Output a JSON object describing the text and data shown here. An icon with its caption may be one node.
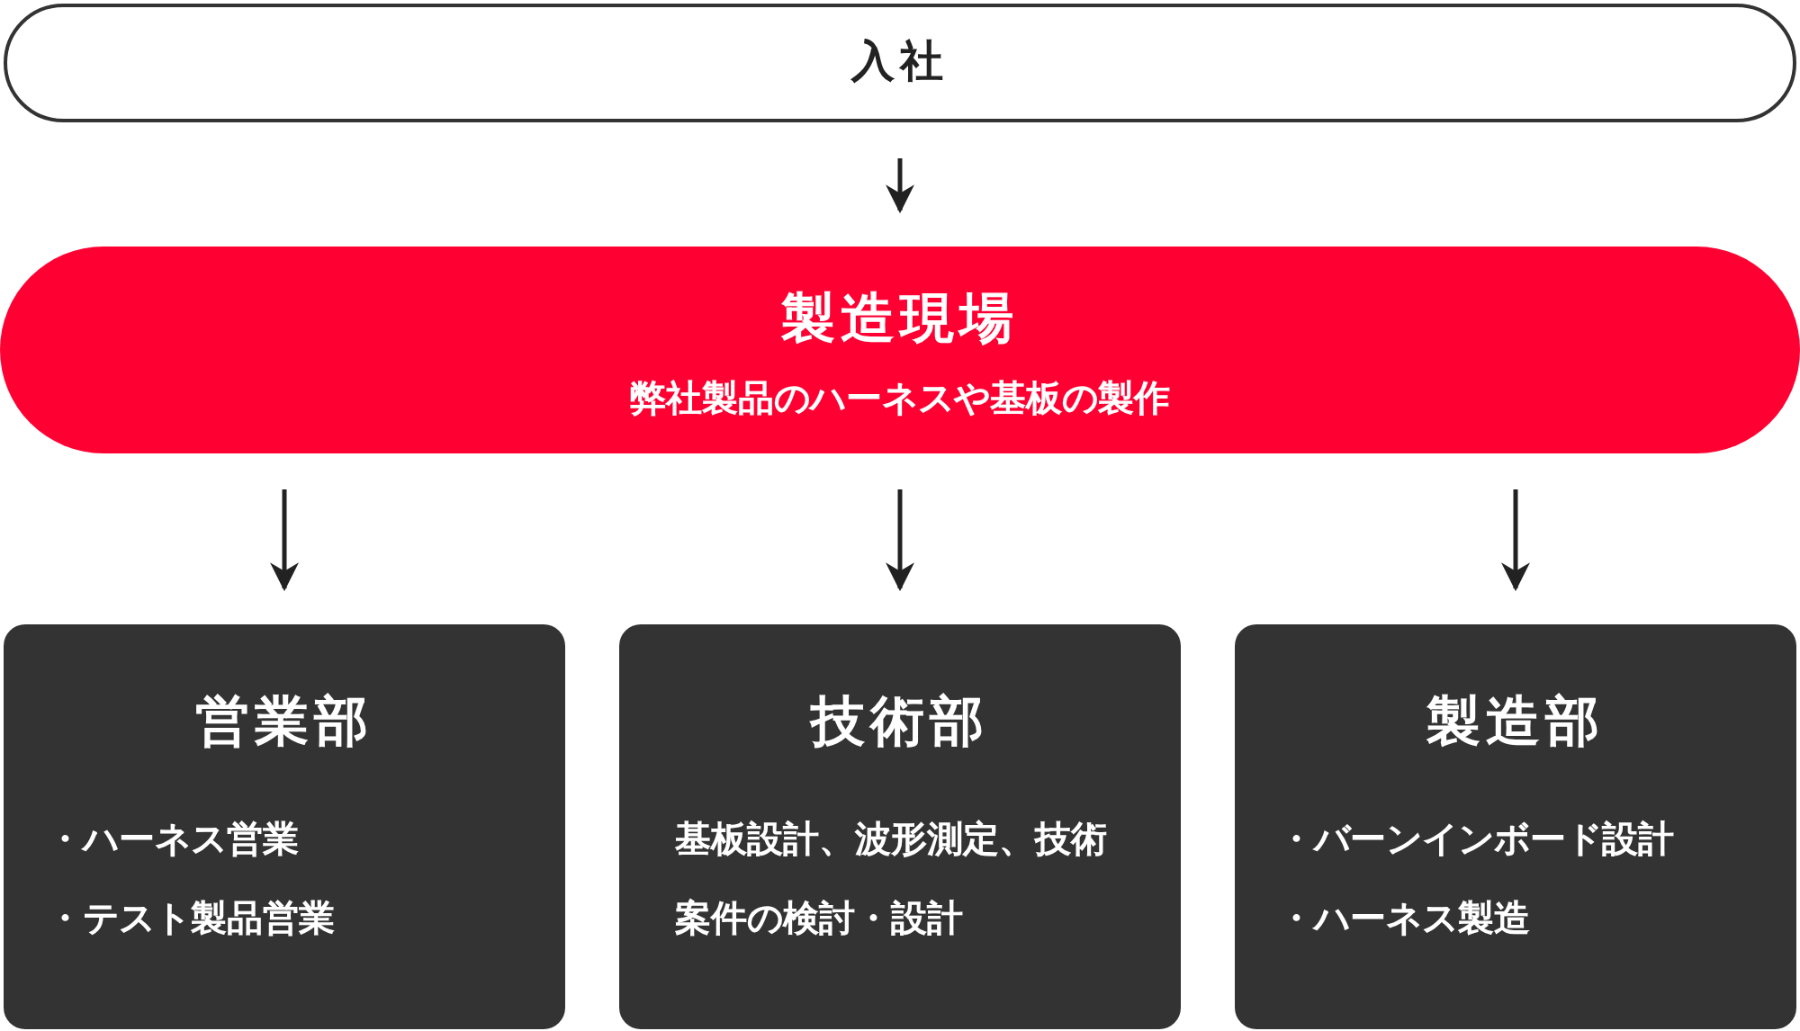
{
  "diagram": {
    "nodes": [
      {
        "text": [
          "入社"
        ]
      },
      {
        "text": [
          "製造現場",
          "弊社製品のハーネスや基板の製作"
        ]
      },
      {
        "text": [
          "営業部",
          "・ハーネス営業",
          "・テスト製品営業"
        ]
      },
      {
        "text": [
          "技術部",
          "基板設計、波形測定、技術案件の検討・設計"
        ]
      },
      {
        "text": [
          "製造部",
          "・バーンインボード設計",
          "・ハーネス製造"
        ]
      }
    ],
    "edges": [
      {
        "from": 0,
        "to": 1,
        "arrow": "to"
      },
      {
        "from": 1,
        "to": 2,
        "arrow": "to"
      },
      {
        "from": 1,
        "to": 3,
        "arrow": "to"
      },
      {
        "from": 1,
        "to": 4,
        "arrow": "to"
      }
    ]
  }
}
